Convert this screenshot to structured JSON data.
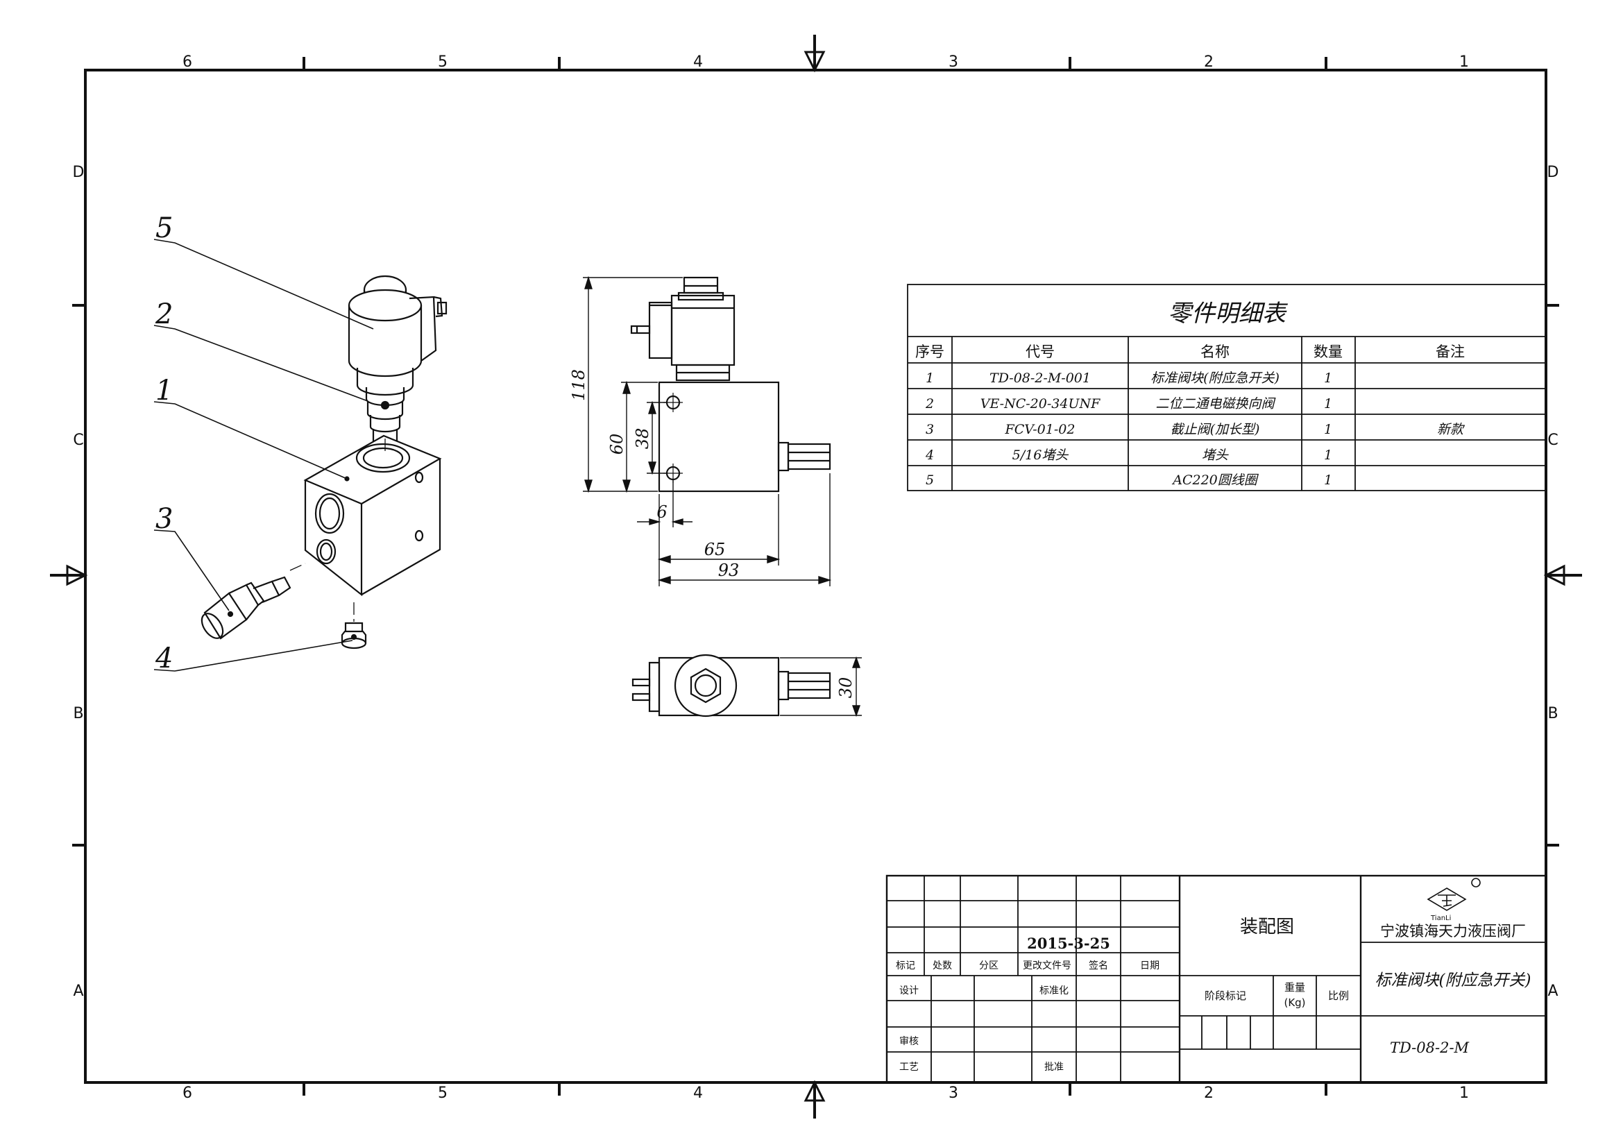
{
  "zones": {
    "columns": [
      "6",
      "5",
      "4",
      "3",
      "2",
      "1"
    ],
    "rows": [
      "D",
      "C",
      "B",
      "A"
    ]
  },
  "balloons": [
    "5",
    "2",
    "1",
    "3",
    "4"
  ],
  "dimensions": {
    "height_total": "118",
    "height_body": "60",
    "hole_pitch": "38",
    "hole_offset": "6",
    "width_body": "65",
    "width_total": "93",
    "depth": "30"
  },
  "parts_table": {
    "title": "零件明细表",
    "headers": [
      "序号",
      "代号",
      "名称",
      "数量",
      "备注"
    ],
    "rows": [
      {
        "no": "1",
        "code": "TD-08-2-M-001",
        "name": "标准阀块(附应急开关)",
        "qty": "1",
        "note": ""
      },
      {
        "no": "2",
        "code": "VE-NC-20-34UNF",
        "name": "二位二通电磁换向阀",
        "qty": "1",
        "note": ""
      },
      {
        "no": "3",
        "code": "FCV-01-02",
        "name": "截止阀(加长型)",
        "qty": "1",
        "note": "新款"
      },
      {
        "no": "4",
        "code": "5/16堵头",
        "name": "堵头",
        "qty": "1",
        "note": ""
      },
      {
        "no": "5",
        "code": "",
        "name": "AC220圆线圈",
        "qty": "1",
        "note": ""
      }
    ]
  },
  "title_block": {
    "date": "2015-3-25",
    "rev_headers": [
      "标记",
      "处数",
      "分区",
      "更改文件号",
      "签名",
      "日期"
    ],
    "design": "设计",
    "standardize": "标准化",
    "review": "审核",
    "process": "工艺",
    "approve": "批准",
    "drawing_type": "装配图",
    "stage_mark": "阶段标记",
    "weight_label": "重量",
    "weight_unit": "(Kg)",
    "scale_label": "比例",
    "company": "宁波镇海天力液压阀厂",
    "logo_text": "TianLi",
    "part_name": "标准阀块(附应急开关)",
    "drawing_no": "TD-08-2-M"
  }
}
